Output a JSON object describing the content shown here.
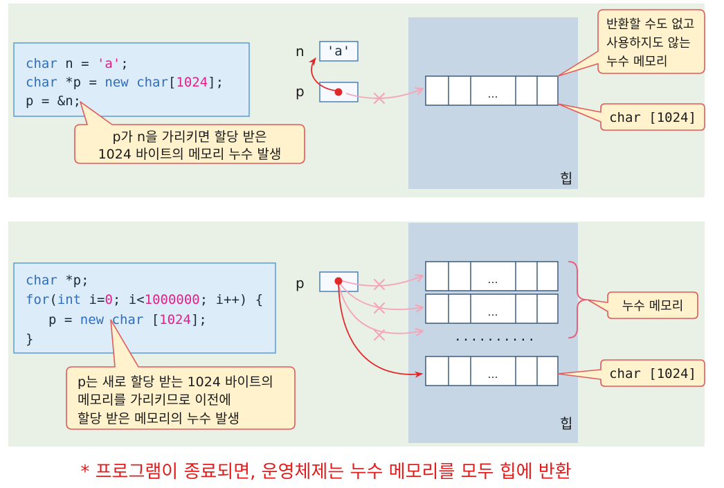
{
  "colors": {
    "panel_bg": "#e9f0e6",
    "code_box_fill": "#dcecf9",
    "code_box_border": "#5b9bd5",
    "code_text": "#1c2b3a",
    "keyword": "#2f6ebf",
    "literal": "#e0218a",
    "callout_fill": "#fff2cc",
    "callout_border": "#e05a5a",
    "var_box_border": "#4a7ebb",
    "heap_fill": "#c6d6e5",
    "cell_border": "#3b5b7d",
    "pointer_arrow": "#e02a2a",
    "leaked_arrow": "#f4a6b8",
    "brace_color": "#e8607a",
    "note_text": "#e21b1b"
  },
  "top_example": {
    "code_lines": [
      [
        "char",
        " n = ",
        "'a'",
        ";"
      ],
      [
        "char",
        " *p = ",
        "new char",
        "[",
        "1024",
        "];"
      ],
      [
        "p = &n;"
      ]
    ],
    "callout_lines": [
      "p가 n을 가리키면 할당 받은",
      "1024 바이트의 메모리 누수 발생"
    ],
    "var_n_label": "n",
    "var_n_value": "'a'",
    "var_p_label": "p",
    "array_cell_ellipsis": "…",
    "heap_label": "힙",
    "leak_callout_lines": [
      "반환할 수도 없고",
      "사용하지도 않는",
      "누수 메모리"
    ],
    "array_type_callout": "char [1024]"
  },
  "bottom_example": {
    "code_lines": [
      [
        "char",
        " *p;"
      ],
      [
        "for",
        "(",
        "int",
        " i=",
        "0",
        "; i<",
        "1000000",
        "; i++) {"
      ],
      [
        "p = ",
        "new char",
        " [",
        "1024",
        "];"
      ],
      [
        "}"
      ]
    ],
    "callout_lines": [
      "p는 새로 할당 받는 1024 바이트의",
      "메모리를 가리키므로 이전에",
      "할당 받은 메모리의 누수 발생"
    ],
    "var_p_label": "p",
    "array_cell_ellipsis": "…",
    "more_arrays_dots": "..........",
    "heap_label": "힙",
    "leak_callout": "누수 메모리",
    "array_type_callout": "char [1024]"
  },
  "footnote": "* 프로그램이 종료되면, 운영체제는 누수 메모리를 모두 힙에 반환"
}
